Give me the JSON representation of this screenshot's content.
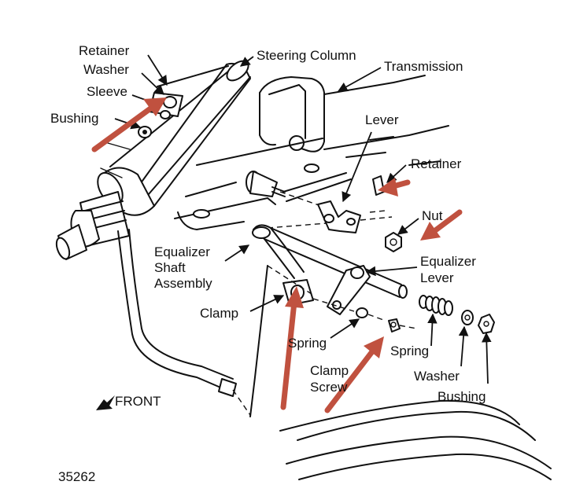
{
  "labels": {
    "retainer_top": "Retainer",
    "washer_top": "Washer",
    "sleeve": "Sleeve",
    "bushing_top": "Bushing",
    "steering_column": "Steering Column",
    "transmission": "Transmission",
    "lever": "Lever",
    "retainer_right": "Retainer",
    "nut": "Nut",
    "equalizer_lever_1": "Equalizer",
    "equalizer_lever_2": "Lever",
    "equalizer_shaft_1": "Equalizer",
    "equalizer_shaft_2": "Shaft",
    "equalizer_shaft_3": "Assembly",
    "clamp": "Clamp",
    "spring_left": "Spring",
    "spring_right": "Spring",
    "clamp_screw_1": "Clamp",
    "clamp_screw_2": "Screw",
    "washer_bottom": "Washer",
    "bushing_bottom": "Bushing",
    "front": "FRONT",
    "figure_number": "35262"
  },
  "colors": {
    "callout_arrow": "#c0513f",
    "ink": "#111111",
    "background": "#ffffff"
  },
  "icons": {
    "front_indicator": "front-arrow-icon",
    "callout": "red-callout-arrow"
  }
}
